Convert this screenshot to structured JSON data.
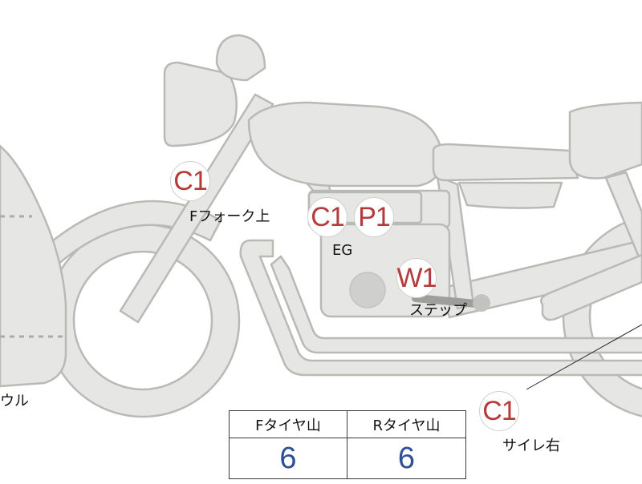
{
  "colors": {
    "part_fill": "#e6e6e4",
    "part_stroke": "#b9b9b6",
    "badge_text": "#b53a3a",
    "value_text": "#2d4f96"
  },
  "markers": [
    {
      "code": "C1",
      "label": "Fフォーク上"
    },
    {
      "code": "C1",
      "label": "EG"
    },
    {
      "code": "P1",
      "label": ""
    },
    {
      "code": "W1",
      "label": "ステップ"
    },
    {
      "code": "C1",
      "label": "サイレ右"
    }
  ],
  "partial_label": "ウル",
  "tire_table": {
    "headers": [
      "Fタイヤ山",
      "Rタイヤ山"
    ],
    "values": [
      "6",
      "6"
    ]
  }
}
